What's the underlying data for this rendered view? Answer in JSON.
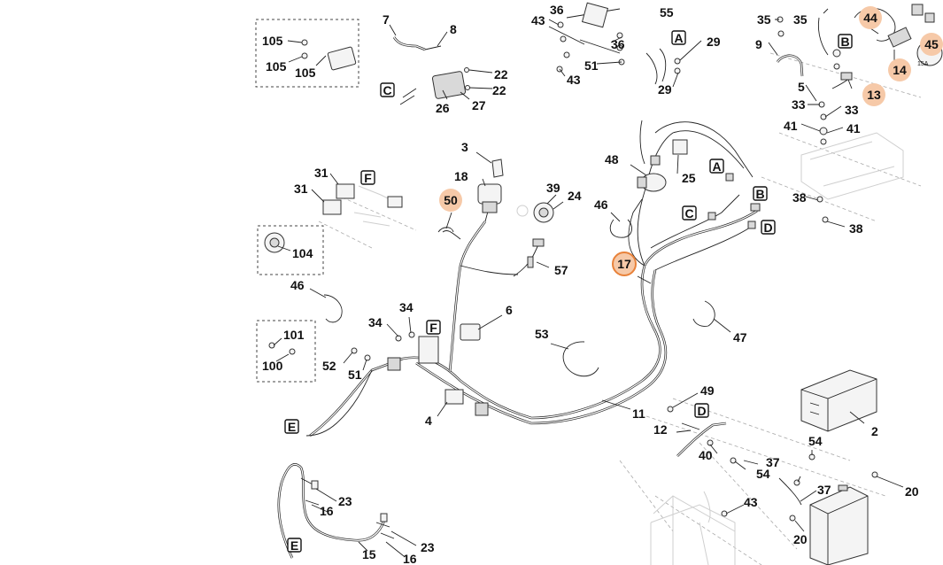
{
  "colors": {
    "highlight_fill": "#f6c9a8",
    "highlight_ring": "#e8823a",
    "line": "#222222"
  },
  "highlighted": [
    {
      "id": "h17",
      "text": "17",
      "ring": true
    },
    {
      "id": "h50",
      "text": "50"
    },
    {
      "id": "h44",
      "text": "44"
    },
    {
      "id": "h45",
      "text": "45"
    },
    {
      "id": "h14",
      "text": "14"
    },
    {
      "id": "h13",
      "text": "13"
    }
  ],
  "boxed_letters": [
    {
      "id": "bA1",
      "text": "A"
    },
    {
      "id": "bC1",
      "text": "C"
    },
    {
      "id": "bB1",
      "text": "B"
    },
    {
      "id": "bF1",
      "text": "F"
    },
    {
      "id": "bA2",
      "text": "A"
    },
    {
      "id": "bB2",
      "text": "B"
    },
    {
      "id": "bC2",
      "text": "C"
    },
    {
      "id": "bD1",
      "text": "D"
    },
    {
      "id": "bF2",
      "text": "F"
    },
    {
      "id": "bE1",
      "text": "E"
    },
    {
      "id": "bD2",
      "text": "D"
    },
    {
      "id": "bE2",
      "text": "E"
    }
  ],
  "callouts": [
    "105",
    "105",
    "105",
    "7",
    "8",
    "22",
    "22",
    "26",
    "27",
    "43",
    "36",
    "55",
    "36",
    "51",
    "43",
    "29",
    "29",
    "35",
    "35",
    "9",
    "5",
    "33",
    "33",
    "41",
    "41",
    "38",
    "38",
    "3",
    "18",
    "39",
    "24",
    "48",
    "25",
    "46",
    "31",
    "31",
    "104",
    "46",
    "57",
    "34",
    "34",
    "6",
    "53",
    "47",
    "101",
    "100",
    "52",
    "51",
    "4",
    "11",
    "49",
    "12",
    "40",
    "54",
    "37",
    "54",
    "37",
    "2",
    "20",
    "20",
    "43",
    "23",
    "16",
    "23",
    "16",
    "15",
    "15A"
  ]
}
